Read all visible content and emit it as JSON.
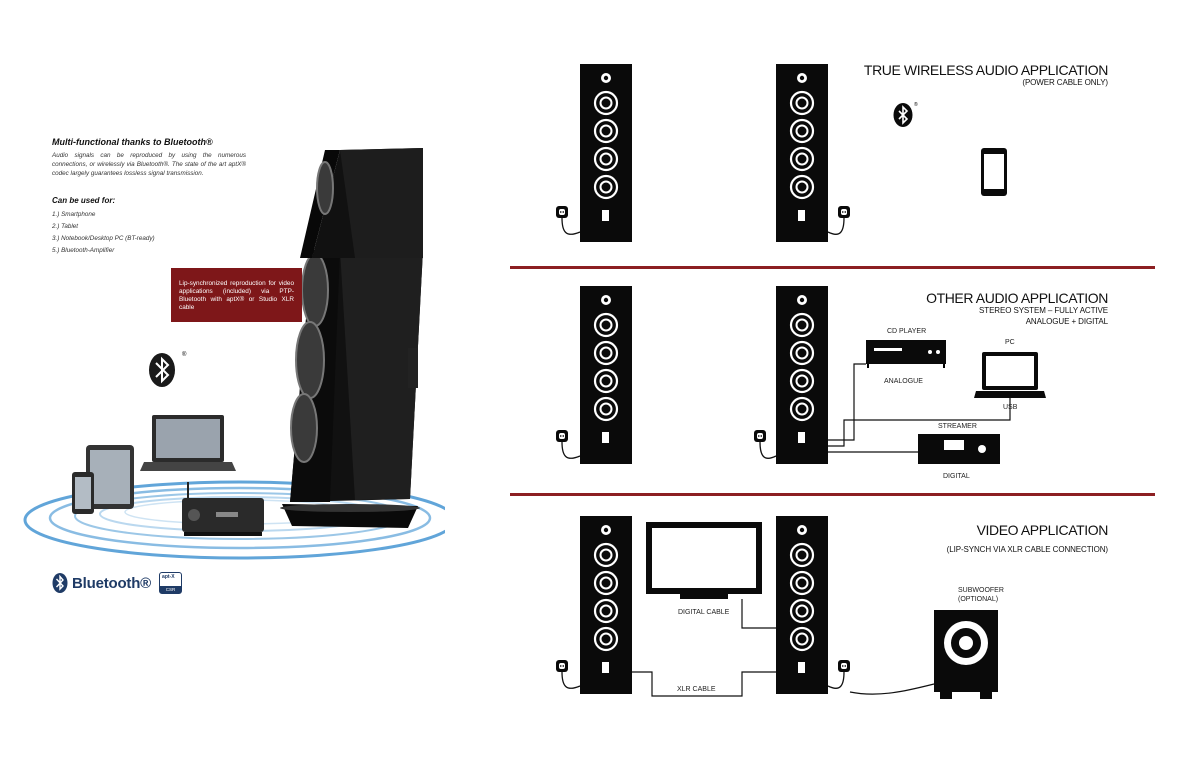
{
  "intro": {
    "title": "Multi-functional thanks to Bluetooth®",
    "text": "Audio signals can be reproduced by using the numerous connections, or wirelessly via Bluetooth®. The state of the art aptX® codec largely guarantees lossless signal transmission."
  },
  "uses": {
    "title": "Can be used for:",
    "items": [
      "1.) Smartphone",
      "2.) Tablet",
      "3.) Notebook/Desktop PC (BT-ready)",
      "5.) Bluetooth-Amplifier"
    ]
  },
  "callout": {
    "text": "Lip-synchronized reproduction for video applications (included) via PTP-Bluetooth with aptX® or Studio XLR cable"
  },
  "logos": {
    "bluetooth_word": "Bluetooth®",
    "aptx_top": "apt-X",
    "aptx_bottom": "CSR",
    "registered": "®"
  },
  "sections": {
    "wireless": {
      "title": "TRUE WIRELESS AUDIO APPLICATION",
      "subtitle": "(POWER CABLE ONLY)"
    },
    "other": {
      "title": "OTHER AUDIO APPLICATION",
      "subtitle1": "STEREO SYSTEM – FULLY ACTIVE",
      "subtitle2": "ANALOGUE + DIGITAL",
      "cd_player": "CD PLAYER",
      "analogue": "ANALOGUE",
      "pc": "PC",
      "usb": "USB",
      "streamer": "STREAMER",
      "digital": "DIGITAL"
    },
    "video": {
      "title": "VIDEO APPLICATION",
      "subtitle": "(LIP-SYNCH VIA XLR CABLE CONNECTION)",
      "digital_cable": "DIGITAL CABLE",
      "xlr_cable": "XLR CABLE",
      "subwoofer": "SUBWOOFER",
      "optional": "(OPTIONAL)"
    }
  },
  "colors": {
    "accent_red": "#8c1f22",
    "callout_red": "#7e1719",
    "bluetooth_blue": "#1f3b66",
    "wave_blue": "#3a8fd0"
  }
}
